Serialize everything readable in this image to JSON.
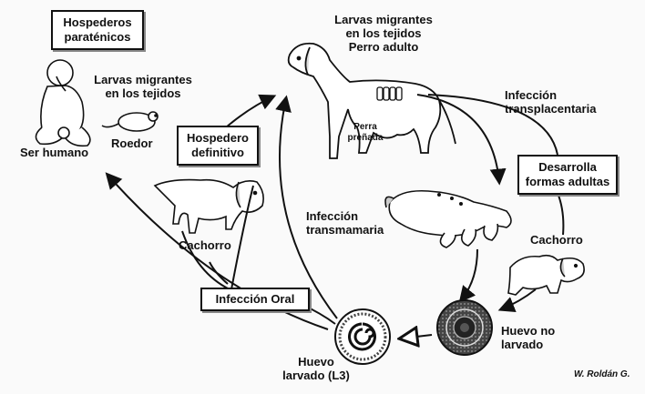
{
  "boxes": {
    "paratenic_hosts": [
      "Hospederos",
      "paraténicos"
    ],
    "definitive_host": [
      "Hospedero",
      "definitivo"
    ],
    "adult_forms": [
      "Desarrolla",
      "formas adultas"
    ],
    "oral_infection": "Infección Oral"
  },
  "labels": {
    "larvae_tissues_top": [
      "Larvas migrantes",
      "en los tejidos",
      "Perro  adulto"
    ],
    "larvae_tissues_left": [
      "Larvas migrantes",
      "en los tejidos"
    ],
    "human": "Ser humano",
    "rodent": "Roedor",
    "pregnant_dog": [
      "Perra",
      "preñada"
    ],
    "transplacental": [
      "Infección",
      "transplacentaria"
    ],
    "transmammary": [
      "Infección",
      "transmamaria"
    ],
    "puppy_left": "Cachorro",
    "puppy_right": "Cachorro",
    "egg_unlarvated": [
      "Huevo no",
      "larvado"
    ],
    "egg_larvated": [
      "Huevo",
      "larvado (L3)"
    ],
    "credit": "W. Roldán G."
  }
}
